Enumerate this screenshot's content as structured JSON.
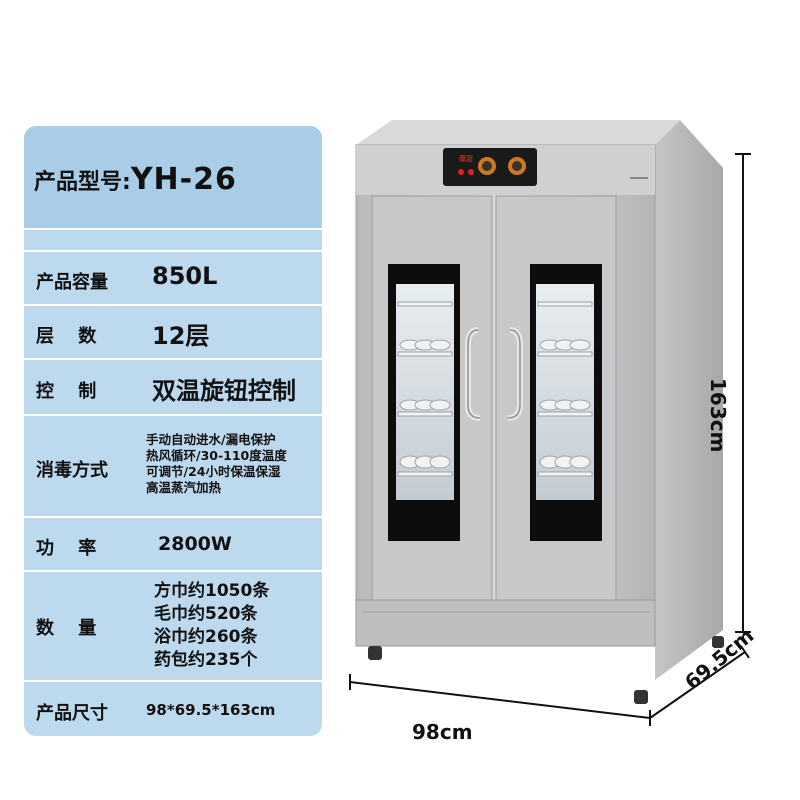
{
  "model": {
    "label": "产品型号:",
    "value": "YH-26"
  },
  "specs": [
    {
      "label": "产品容量",
      "value": "850L"
    },
    {
      "label": "层　 数",
      "value": "12层"
    },
    {
      "label": "控　 制",
      "value": "双温旋钮控制"
    },
    {
      "label": "消毒方式",
      "lines": [
        "手动自动进水/漏电保护",
        "热风循环/30-110度温度",
        "可调节/24小时保温保湿",
        "高温蒸汽加热"
      ]
    },
    {
      "label": "功　 率",
      "value": "2800W"
    },
    {
      "label": "数　 量",
      "lines": [
        "方巾约1050条",
        "毛巾约520条",
        "浴巾约260条",
        "药包约235个"
      ]
    },
    {
      "label": "产品尺寸",
      "value": "98*69.5*163cm"
    }
  ],
  "dimensions": {
    "height": "163cm",
    "width": "98cm",
    "depth": "69.5cm"
  },
  "brand_logo_text": "康厨",
  "colors": {
    "panel_header": "#a9cde6",
    "panel_row": "#bcd9ee",
    "steel": "#c9cacc",
    "glass": "#111111"
  }
}
